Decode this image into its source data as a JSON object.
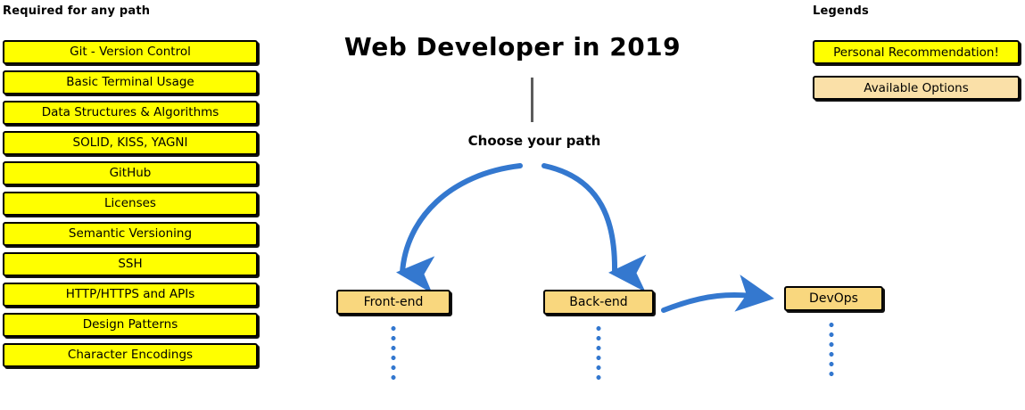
{
  "title": "Web Developer in 2019",
  "center": {
    "choose_label": "Choose your path"
  },
  "required": {
    "heading": "Required for any path",
    "items": [
      {
        "label": "Git - Version Control"
      },
      {
        "label": "Basic Terminal Usage"
      },
      {
        "label": "Data Structures & Algorithms"
      },
      {
        "label": "SOLID, KISS, YAGNI"
      },
      {
        "label": "GitHub"
      },
      {
        "label": "Licenses"
      },
      {
        "label": "Semantic Versioning"
      },
      {
        "label": "SSH"
      },
      {
        "label": "HTTP/HTTPS and APIs"
      },
      {
        "label": "Design Patterns"
      },
      {
        "label": "Character Encodings"
      }
    ]
  },
  "paths": {
    "frontend": "Front-end",
    "backend": "Back-end",
    "devops": "DevOps"
  },
  "legends": {
    "heading": "Legends",
    "items": [
      {
        "label": "Personal Recommendation!",
        "color": "#ffff00"
      },
      {
        "label": "Available Options",
        "color": "#fae0a8"
      }
    ]
  },
  "colors": {
    "recommended": "#ffff00",
    "available": "#fae0a8",
    "node": "#f9d77e",
    "arrow": "#3478cf",
    "trunk": "#5c5c5c",
    "outline": "#000000"
  }
}
